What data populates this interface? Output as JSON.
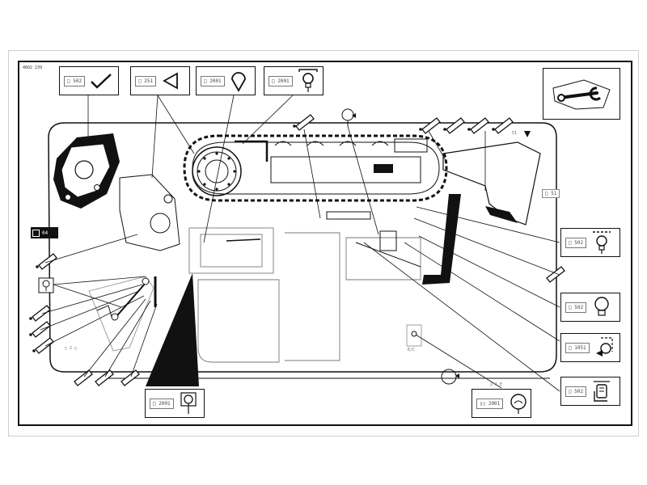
{
  "document_code": "4602 239",
  "top_labels": [
    {
      "code": "□ 502",
      "icon": "checkmark-grease-icon"
    },
    {
      "code": "□ 251",
      "icon": "triangle-flag-icon"
    },
    {
      "code": "□ 2001",
      "icon": "drop-icon"
    },
    {
      "code": "□ 2001",
      "icon": "bulb-bracket-icon"
    }
  ],
  "right_labels": [
    {
      "code": "□ 502",
      "icon": "bulb-dashed-icon"
    },
    {
      "code": "□ 502",
      "icon": "bulb-icon"
    },
    {
      "code": "□ 1051",
      "icon": "bulb-flag-icon"
    },
    {
      "code": "□ 502",
      "icon": "hand-filter-icon"
    }
  ],
  "bottom_labels": [
    {
      "code": "□ 2001",
      "icon": "bulb-bracket-icon"
    },
    {
      "code": "▯▯ 2001",
      "icon": "round-bulb-icon"
    }
  ],
  "misc": {
    "left_dark_tag": "04",
    "right_small_tag": "□ 51",
    "right_marker": "51",
    "left_small_text": "□ 2 □",
    "bottom_small_text": "E/C",
    "round_bulb_caption": "2.1 E"
  },
  "wrench_icon": "wrench-icon"
}
